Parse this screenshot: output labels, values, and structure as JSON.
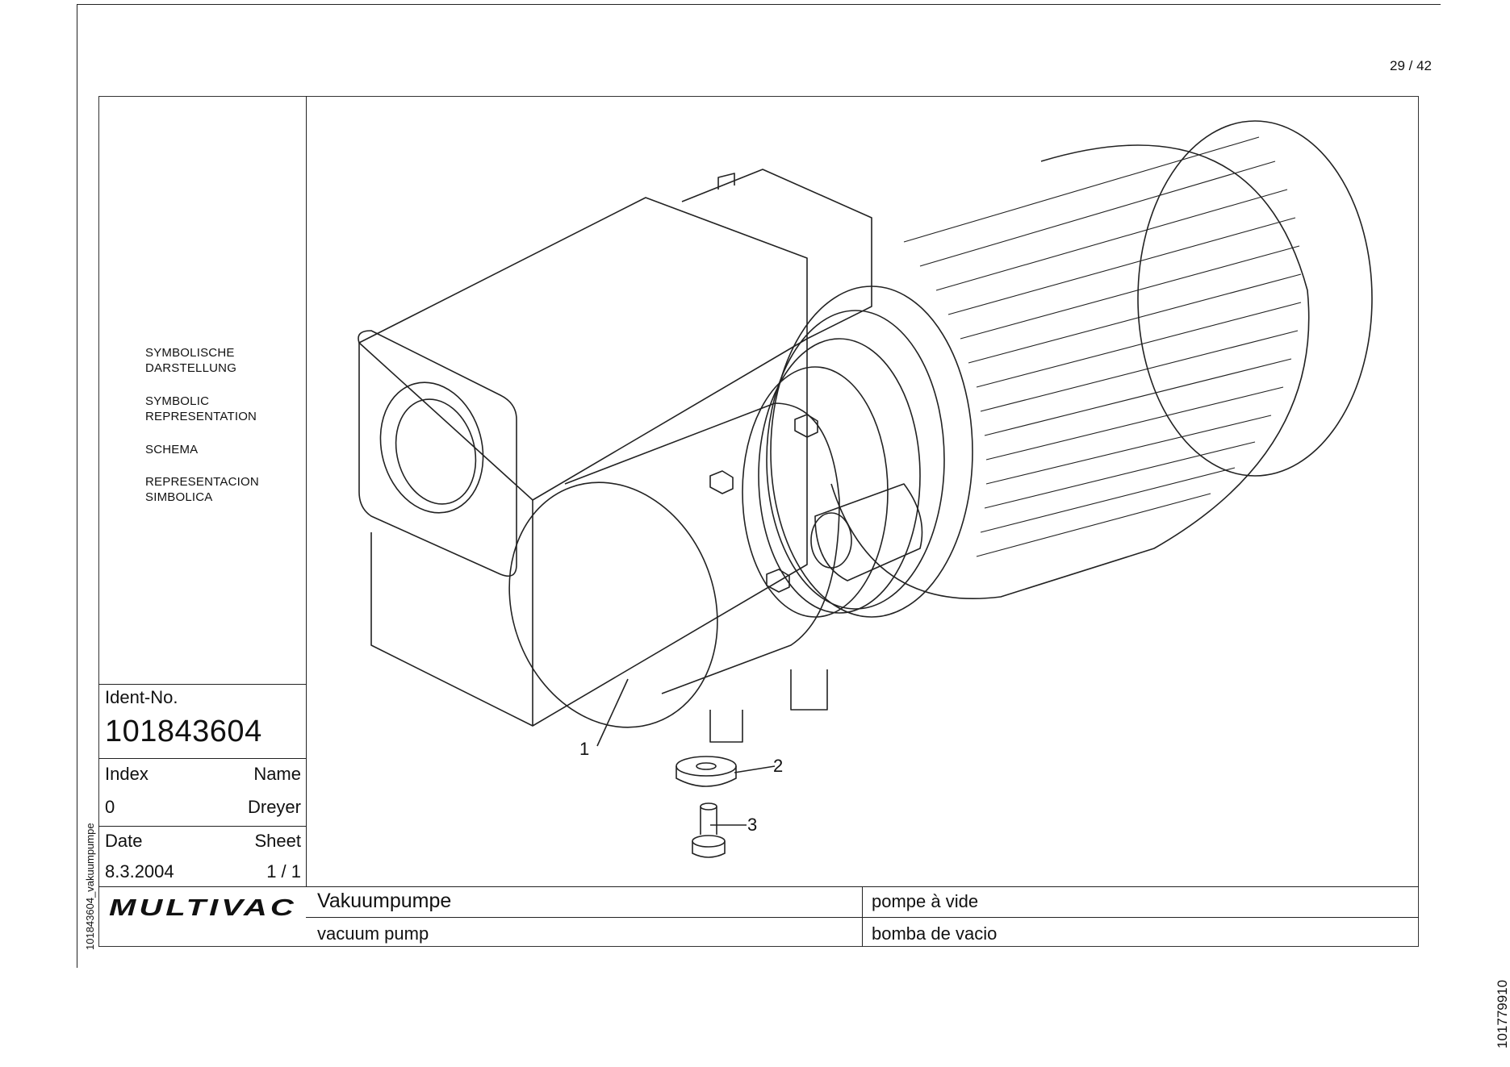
{
  "page": {
    "number": "29 / 42"
  },
  "symbolic": {
    "de": [
      "SYMBOLISCHE",
      "DARSTELLUNG"
    ],
    "en": [
      "SYMBOLIC",
      "REPRESENTATION"
    ],
    "fr": [
      "SCHEMA"
    ],
    "es": [
      "REPRESENTACION",
      "SIMBOLICA"
    ]
  },
  "titleblock": {
    "ident_label": "Ident-No.",
    "ident_no": "101843604",
    "index_label": "Index",
    "index_value": "0",
    "name_label": "Name",
    "name_value": "Dreyer",
    "date_label": "Date",
    "date_value": "8.3.2004",
    "sheet_label": "Sheet",
    "sheet_value": "1 / 1",
    "logo_text": "MULTIVAC",
    "title_de": "Vakuumpumpe",
    "title_fr": "pompe à vide",
    "title_en": "vacuum pump",
    "title_es": "bomba de vacio"
  },
  "drawing": {
    "callouts": [
      "1",
      "2",
      "3"
    ]
  },
  "margin": {
    "file_label": "101843604_vakuumpumpe",
    "doc_code": "101779910"
  }
}
